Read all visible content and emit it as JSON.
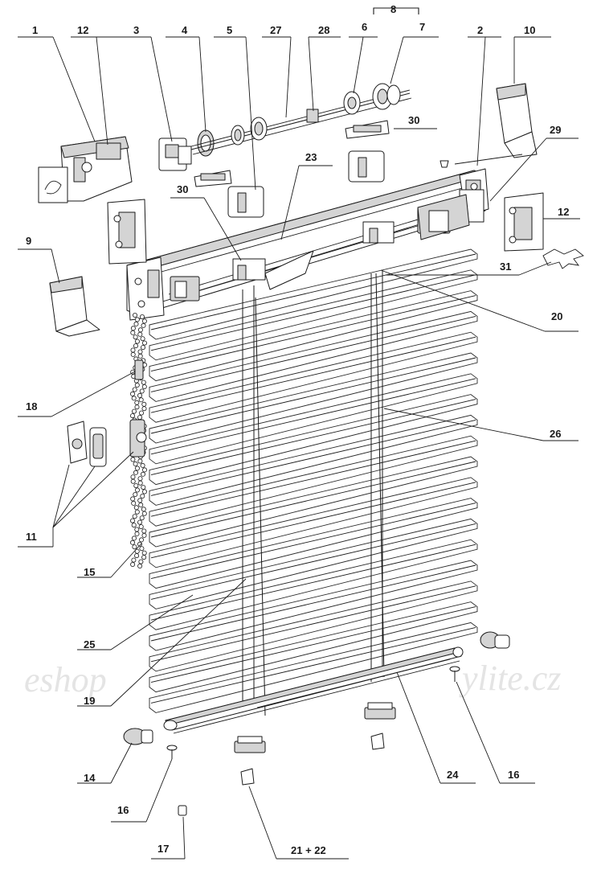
{
  "diagram": {
    "watermark_left": "eshop",
    "watermark_right": "ylite.cz",
    "labels": {
      "p1": "1",
      "p2": "2",
      "p3": "3",
      "p4": "4",
      "p5": "5",
      "p6": "6",
      "p7": "7",
      "p8": "8",
      "p9": "9",
      "p10": "10",
      "p11": "11",
      "p12a": "12",
      "p12b": "12",
      "p14": "14",
      "p15": "15",
      "p16a": "16",
      "p16b": "16",
      "p17": "17",
      "p18": "18",
      "p19": "19",
      "p20": "20",
      "p21_22": "21 + 22",
      "p23": "23",
      "p24": "24",
      "p25": "25",
      "p26": "26",
      "p27": "27",
      "p28": "28",
      "p29": "29",
      "p30a": "30",
      "p30b": "30",
      "p31": "31"
    }
  }
}
